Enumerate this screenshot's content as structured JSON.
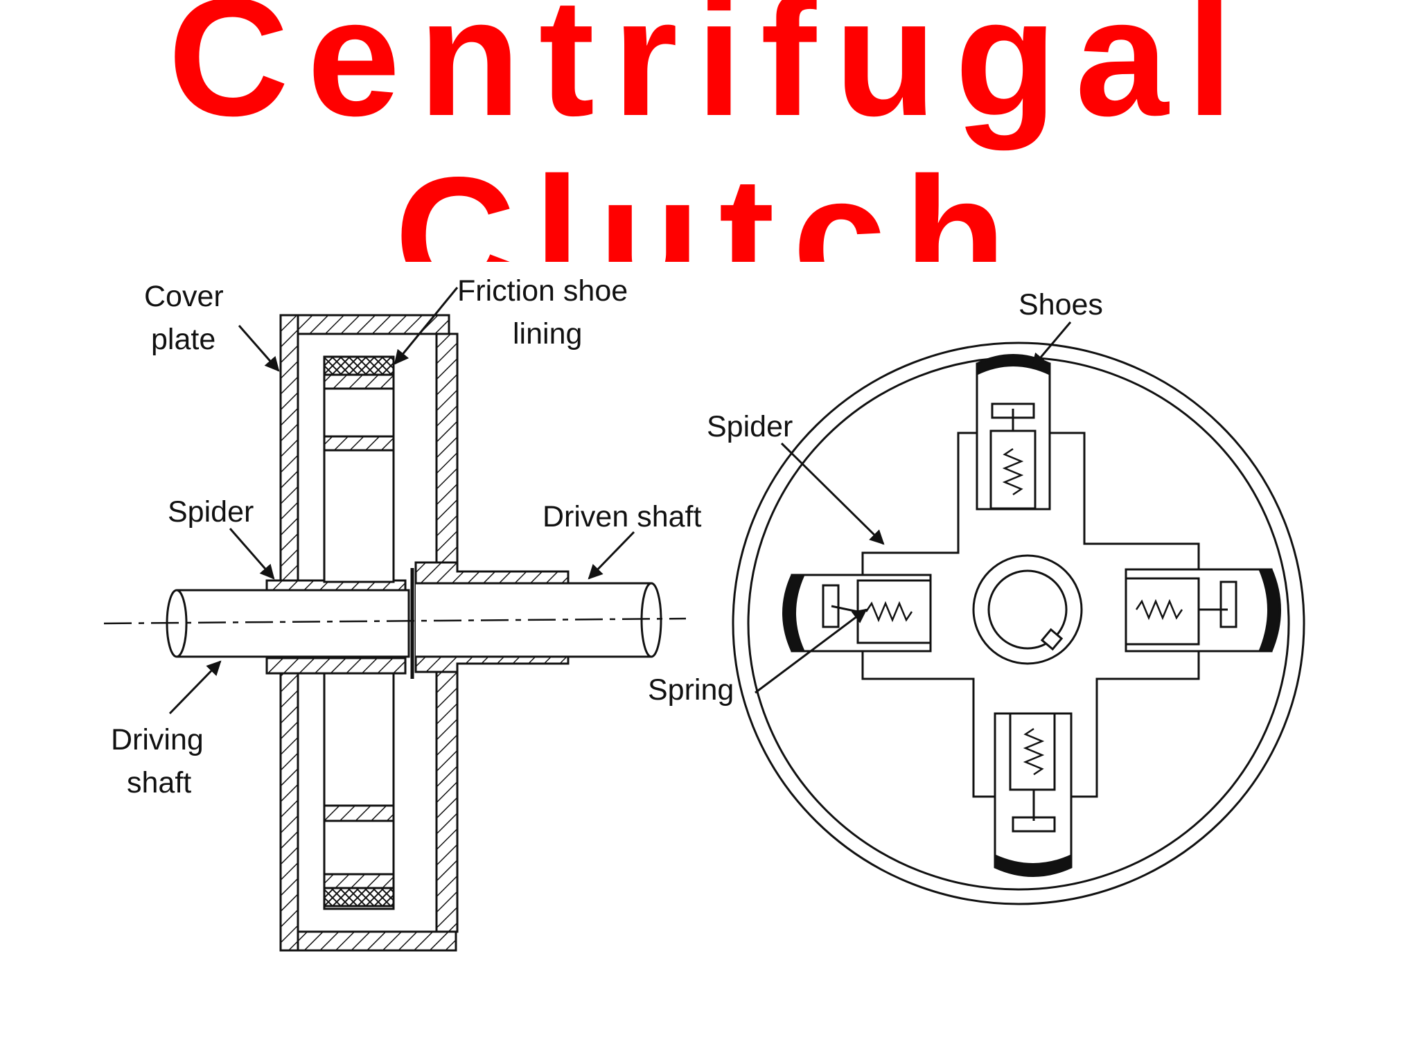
{
  "title": {
    "line1": "Centrifugal",
    "line2": "Clutch",
    "color": "#ff0000"
  },
  "side_view": {
    "labels": {
      "cover_plate_1": "Cover",
      "cover_plate_2": "plate",
      "friction_1": "Friction shoe",
      "friction_2": "lining",
      "spider": "Spider",
      "driven_shaft": "Driven shaft",
      "driving_1": "Driving",
      "driving_2": "shaft"
    }
  },
  "front_view": {
    "labels": {
      "shoes": "Shoes",
      "spider": "Spider",
      "spring": "Spring"
    }
  },
  "colors": {
    "ink": "#111111",
    "background": "#ffffff"
  }
}
